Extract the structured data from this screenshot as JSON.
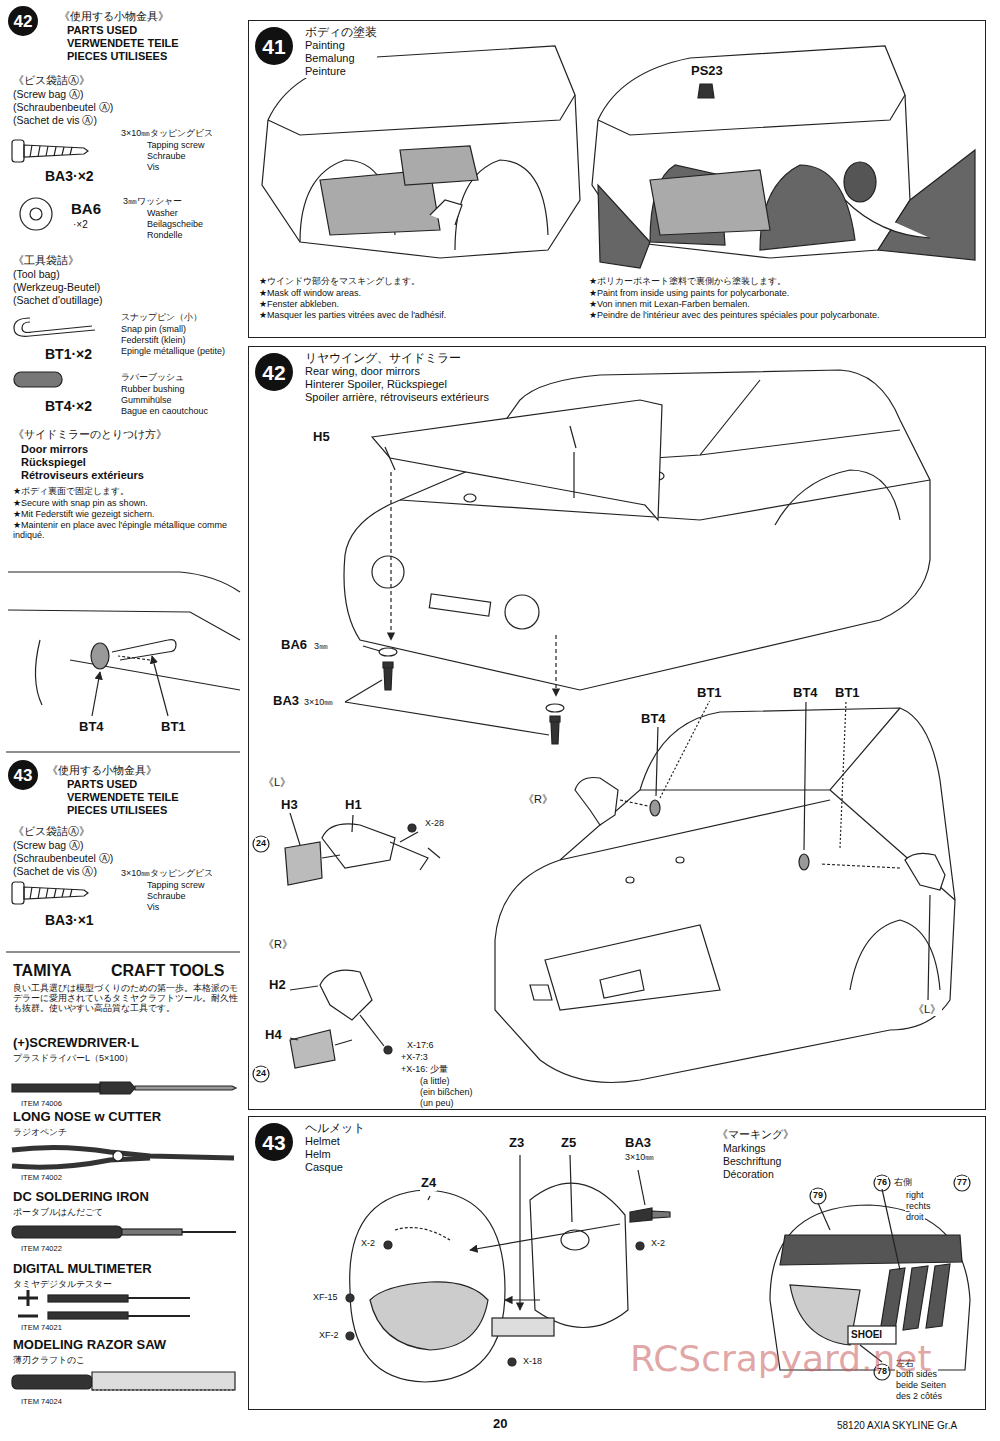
{
  "diagram": {
    "nodes": [
      {
        "text": [
          "ボディの塗装",
          "Painting",
          "Bemalung",
          "Peinture"
        ]
      },
      {
        "text": [
          "41"
        ],
        "in": 0
      },
      {
        "text": [
          "リヤウイング、サイドミラー",
          "Rear wing, door mirrors",
          "Hinterer Spoiler, Rückspiegel",
          "Spoiler arrière, rétroviseurs extérieurs"
        ]
      },
      {
        "text": [
          "42"
        ],
        "in": 2
      },
      {
        "text": [
          "ヘルメット",
          "Helmet",
          "Helm",
          "Casque"
        ]
      },
      {
        "text": [
          "43"
        ],
        "in": 4
      },
      {
        "text": [
          "42"
        ]
      },
      {
        "text": [
          "43"
        ]
      }
    ],
    "labels": [
      "《使用する小物金具》",
      "PARTS USED",
      "VERWENDETE TEILE",
      "PIECES UTILISEES",
      "《ビス袋詰Ⓐ》",
      "(Screw bag Ⓐ)",
      "(Schraubenbeutel Ⓐ)",
      "(Sachet de vis Ⓐ)",
      "3×10㎜タッピングビス",
      "Tapping screw",
      "Schraube",
      "Vis",
      "BA3·×2",
      "BA6",
      "·×2",
      "3㎜ワッシャー",
      "Washer",
      "Beilagscheibe",
      "Rondelle",
      "《工具袋詰》",
      "(Tool bag)",
      "(Werkzeug-Beutel)",
      "(Sachet d'outillage)",
      "スナップピン（小）",
      "Snap pin (small)",
      "Federstift (klein)",
      "Epingle métallique (petite)",
      "BT1·×2",
      "ラバーブッシュ",
      "Rubber bushing",
      "Gummihülse",
      "Bague en caoutchouc",
      "BT4·×2",
      "《サイドミラーのとりつけ方》",
      "Door mirrors",
      "Rückspiegel",
      "Rétroviseurs extérieurs",
      "★ボディ裏面で固定します。",
      "★Secure with snap pin as shown.",
      "★Mit Federstift wie gezeigt sichern.",
      "★Maintenir en place avec l'épingle métallique comme indiqué.",
      "BT4",
      "BT1",
      "《使用する小物金具》",
      "PARTS USED",
      "VERWENDETE TEILE",
      "PIECES UTILISEES",
      "《ビス袋詰Ⓐ》",
      "(Screw bag Ⓐ)",
      "(Schraubenbeutel Ⓐ)",
      "(Sachet de vis Ⓐ)",
      "3×10㎜タッピングビス",
      "Tapping screw",
      "Schraube",
      "Vis",
      "BA3·×1",
      "TAMIYA",
      "CRAFT TOOLS",
      "良い工具選びは模型づくりのための第一歩。本格派のモデラーに愛用されているタミヤクラフトツール。耐久性も抜群。使いやすい高品質な工具です。",
      "(+)SCREWDRIVER·L",
      "プラスドライバーL（5×100）",
      "ITEM 74006",
      "LONG NOSE w CUTTER",
      "ラジオペンチ",
      "ITEM 74002",
      "DC SOLDERING IRON",
      "ポータブルはんだごて",
      "ITEM 74022",
      "DIGITAL MULTIMETER",
      "タミヤデジタルテスター",
      "ITEM 74021",
      "MODELING RAZOR SAW",
      "薄刃クラフトのこ",
      "ITEM 74024",
      "PS23",
      "★ウインドウ部分をマスキングします。",
      "★Mask off window areas.",
      "★Fenster abkleben.",
      "★Masquer les parties vitrées avec de l'adhésif.",
      "★ポリカーボネート塗料で裏側から塗装します。",
      "★Paint from inside using paints for polycarbonate.",
      "★Von innen mit Lexan-Farben bemalen.",
      "★Peindre de l'intérieur avec des peintures spéciales pour polycarbonate.",
      "H5",
      "BA6",
      "3㎜",
      "BA3",
      "3×10㎜",
      "BT1",
      "BT4",
      "BT4",
      "BT1",
      "《R》",
      "《L》",
      "H3",
      "H1",
      "X-28",
      "24",
      "《R》",
      "H2",
      "H4",
      "24",
      "X-17:6",
      "+X-7:3",
      "+X-16: 少量",
      "(a little)",
      "(ein bißchen)",
      "(un peu)",
      "《L》",
      "Z3",
      "Z5",
      "BA3",
      "3×10㎜",
      "Z4",
      "X-2",
      "X-2",
      "XF-15",
      "XF-2",
      "X-18",
      "《マーキング》",
      "Markings",
      "Beschriftung",
      "Décoration",
      "79",
      "76",
      "右側",
      "77",
      "right",
      "rechts",
      "droit",
      "SHOEI",
      "78",
      "左右",
      "both sides",
      "beide Seiten",
      "des 2 côtés",
      "20",
      "58120 AXIA SKYLINE Gr.A",
      "RCScrapyard.net"
    ]
  }
}
